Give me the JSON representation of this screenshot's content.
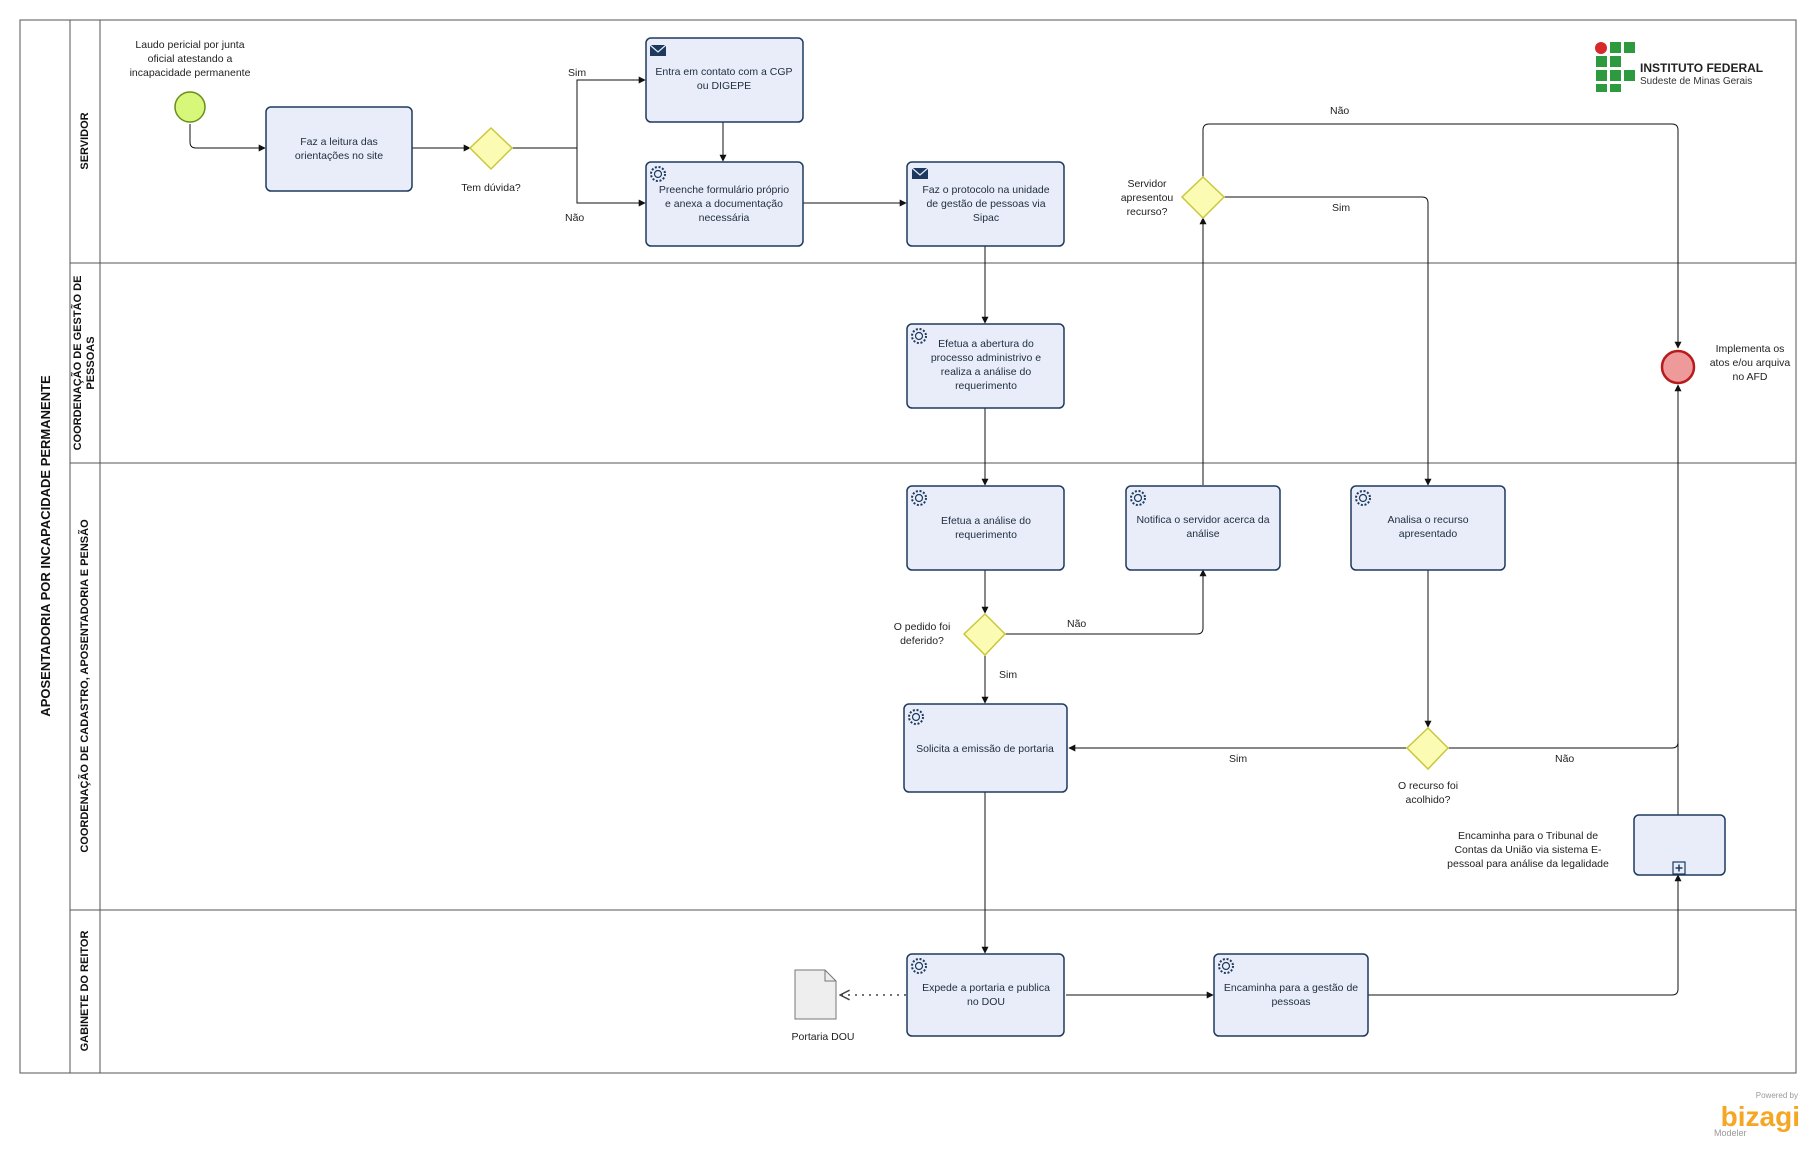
{
  "pool": {
    "title": "APOSENTADORIA POR INCAPACIDADE PERMANENTE"
  },
  "lanes": [
    {
      "label": [
        "SERVIDOR"
      ]
    },
    {
      "label": [
        "COORDENAÇÃO DE GESTÃO DE",
        "PESSOAS"
      ]
    },
    {
      "label": [
        "COORDENAÇÃO DE CADASTRO, APOSENTADORIA E PENSÃO"
      ]
    },
    {
      "label": [
        "GABINETE DO REITOR"
      ]
    }
  ],
  "logo": {
    "name": "INSTITUTO FEDERAL",
    "subtitle": "Sudeste de Minas Gerais"
  },
  "start_event": {
    "label": [
      "Laudo pericial por junta",
      "oficial atestando a",
      "incapacidade permanente"
    ]
  },
  "end_event": {
    "label": [
      "Implementa os",
      "atos e/ou arquiva",
      "no AFD"
    ]
  },
  "tasks": {
    "leitura": [
      "Faz a leitura das",
      "orientações no site"
    ],
    "contato": [
      "Entra em contato com a CGP",
      "ou DIGEPE"
    ],
    "formulario": [
      "Preenche formulário próprio",
      "e anexa a documentação",
      "necessária"
    ],
    "protocolo": [
      "Faz o protocolo na unidade",
      "de gestão de pessoas via",
      "Sipac"
    ],
    "abertura": [
      "Efetua a abertura do",
      "processo administrivo e",
      "realiza a análise do",
      "requerimento"
    ],
    "analise": [
      "Efetua a análise  do",
      "requerimento"
    ],
    "notifica": [
      "Notifica o servidor acerca da",
      "análise"
    ],
    "recurso": [
      "Analisa o recurso",
      "apresentado"
    ],
    "portaria": [
      "Solicita a emissão de portaria"
    ],
    "expede": [
      "Expede a portaria e publica",
      "no DOU"
    ],
    "encaminha": [
      "Encaminha para a gestão de",
      "pessoas"
    ]
  },
  "subprocess": {
    "label": [
      "Encaminha para o Tribunal de",
      "Contas da União via sistema E-",
      "pessoal para análise da legalidade"
    ]
  },
  "gateways": {
    "duvida": [
      "Tem dúvida?"
    ],
    "recurso_apresentado": [
      "Servidor",
      "apresentou",
      "recurso?"
    ],
    "deferido": [
      "O pedido foi",
      "deferido?"
    ],
    "acolhido": [
      "O recurso foi",
      "acolhido?"
    ]
  },
  "artifact": {
    "label": "Portaria DOU"
  },
  "flow_labels": {
    "duvida_sim": "Sim",
    "duvida_nao": "Não",
    "recurso_nao": "Não",
    "recurso_sim": "Sim",
    "deferido_nao": "Não",
    "deferido_sim": "Sim",
    "acolhido_sim": "Sim",
    "acolhido_nao": "Não"
  },
  "footer": {
    "powered": "Powered by",
    "brand": "bizagi",
    "product": "Modeler"
  },
  "colors": {
    "task_fill": "#e8edf9",
    "task_stroke": "#1d3a5e",
    "gateway_fill": "#fbfbb4",
    "gateway_stroke": "#c9c83a",
    "start_fill": "#d6f779",
    "start_stroke": "#6b8e1a",
    "end_fill": "#ef9a9a",
    "end_stroke": "#b71c1c",
    "logo_green": "#2e9a3e",
    "logo_red": "#d62a2a",
    "bizagi_orange": "#f5a623"
  }
}
